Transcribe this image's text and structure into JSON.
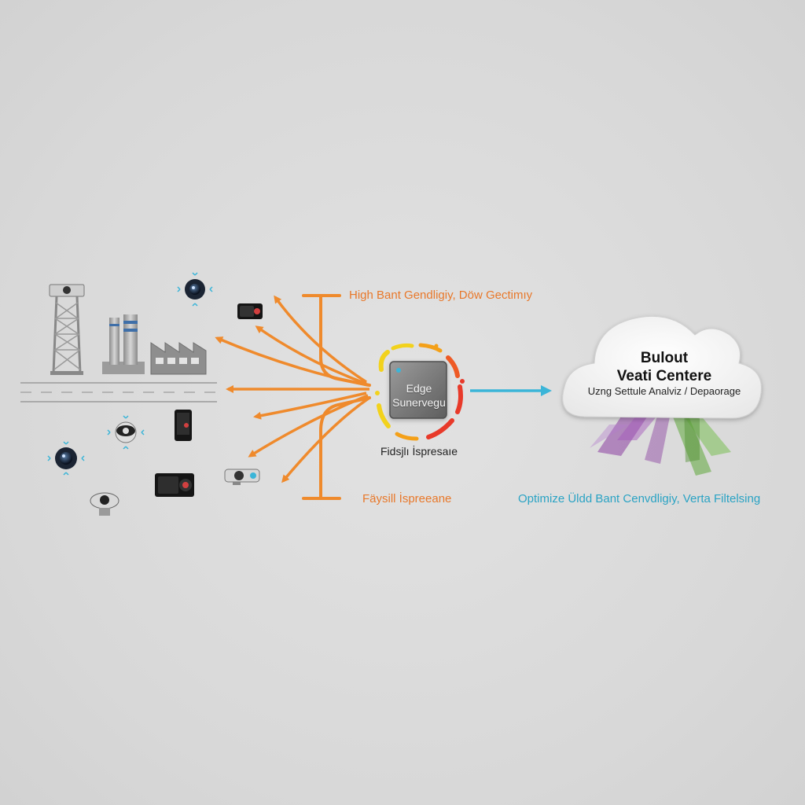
{
  "diagram": {
    "top_label": "High Bant Gendligiy, Döw Gectimıy",
    "bottom_label": "Fäysill İspreeane",
    "edge_node": {
      "line1": "Edge",
      "line2": "Sunervegu",
      "caption": "Fidsjlı İspresaıe"
    },
    "cloud_node": {
      "title_line1": "Bulout",
      "title_line2": "Veati Centere",
      "subtitle": "Uzng Settule Analviz / Depaorage"
    },
    "optimized_label": "Optimize Üldd Bant Cenvdligiy, Verta Filtelsing",
    "colors": {
      "arrow_orange": "#ef8a2c",
      "arrow_teal": "#3bb5d8",
      "cloud_purple": "#8a3ea0",
      "cloud_green": "#5fa83a"
    },
    "icons": [
      "cell-tower-icon",
      "smokestack-icon",
      "factory-icon",
      "road-icon",
      "security-camera-icon",
      "webcam-icon",
      "action-camera-icon",
      "smartphone-icon",
      "projector-icon",
      "dome-camera-icon"
    ]
  }
}
